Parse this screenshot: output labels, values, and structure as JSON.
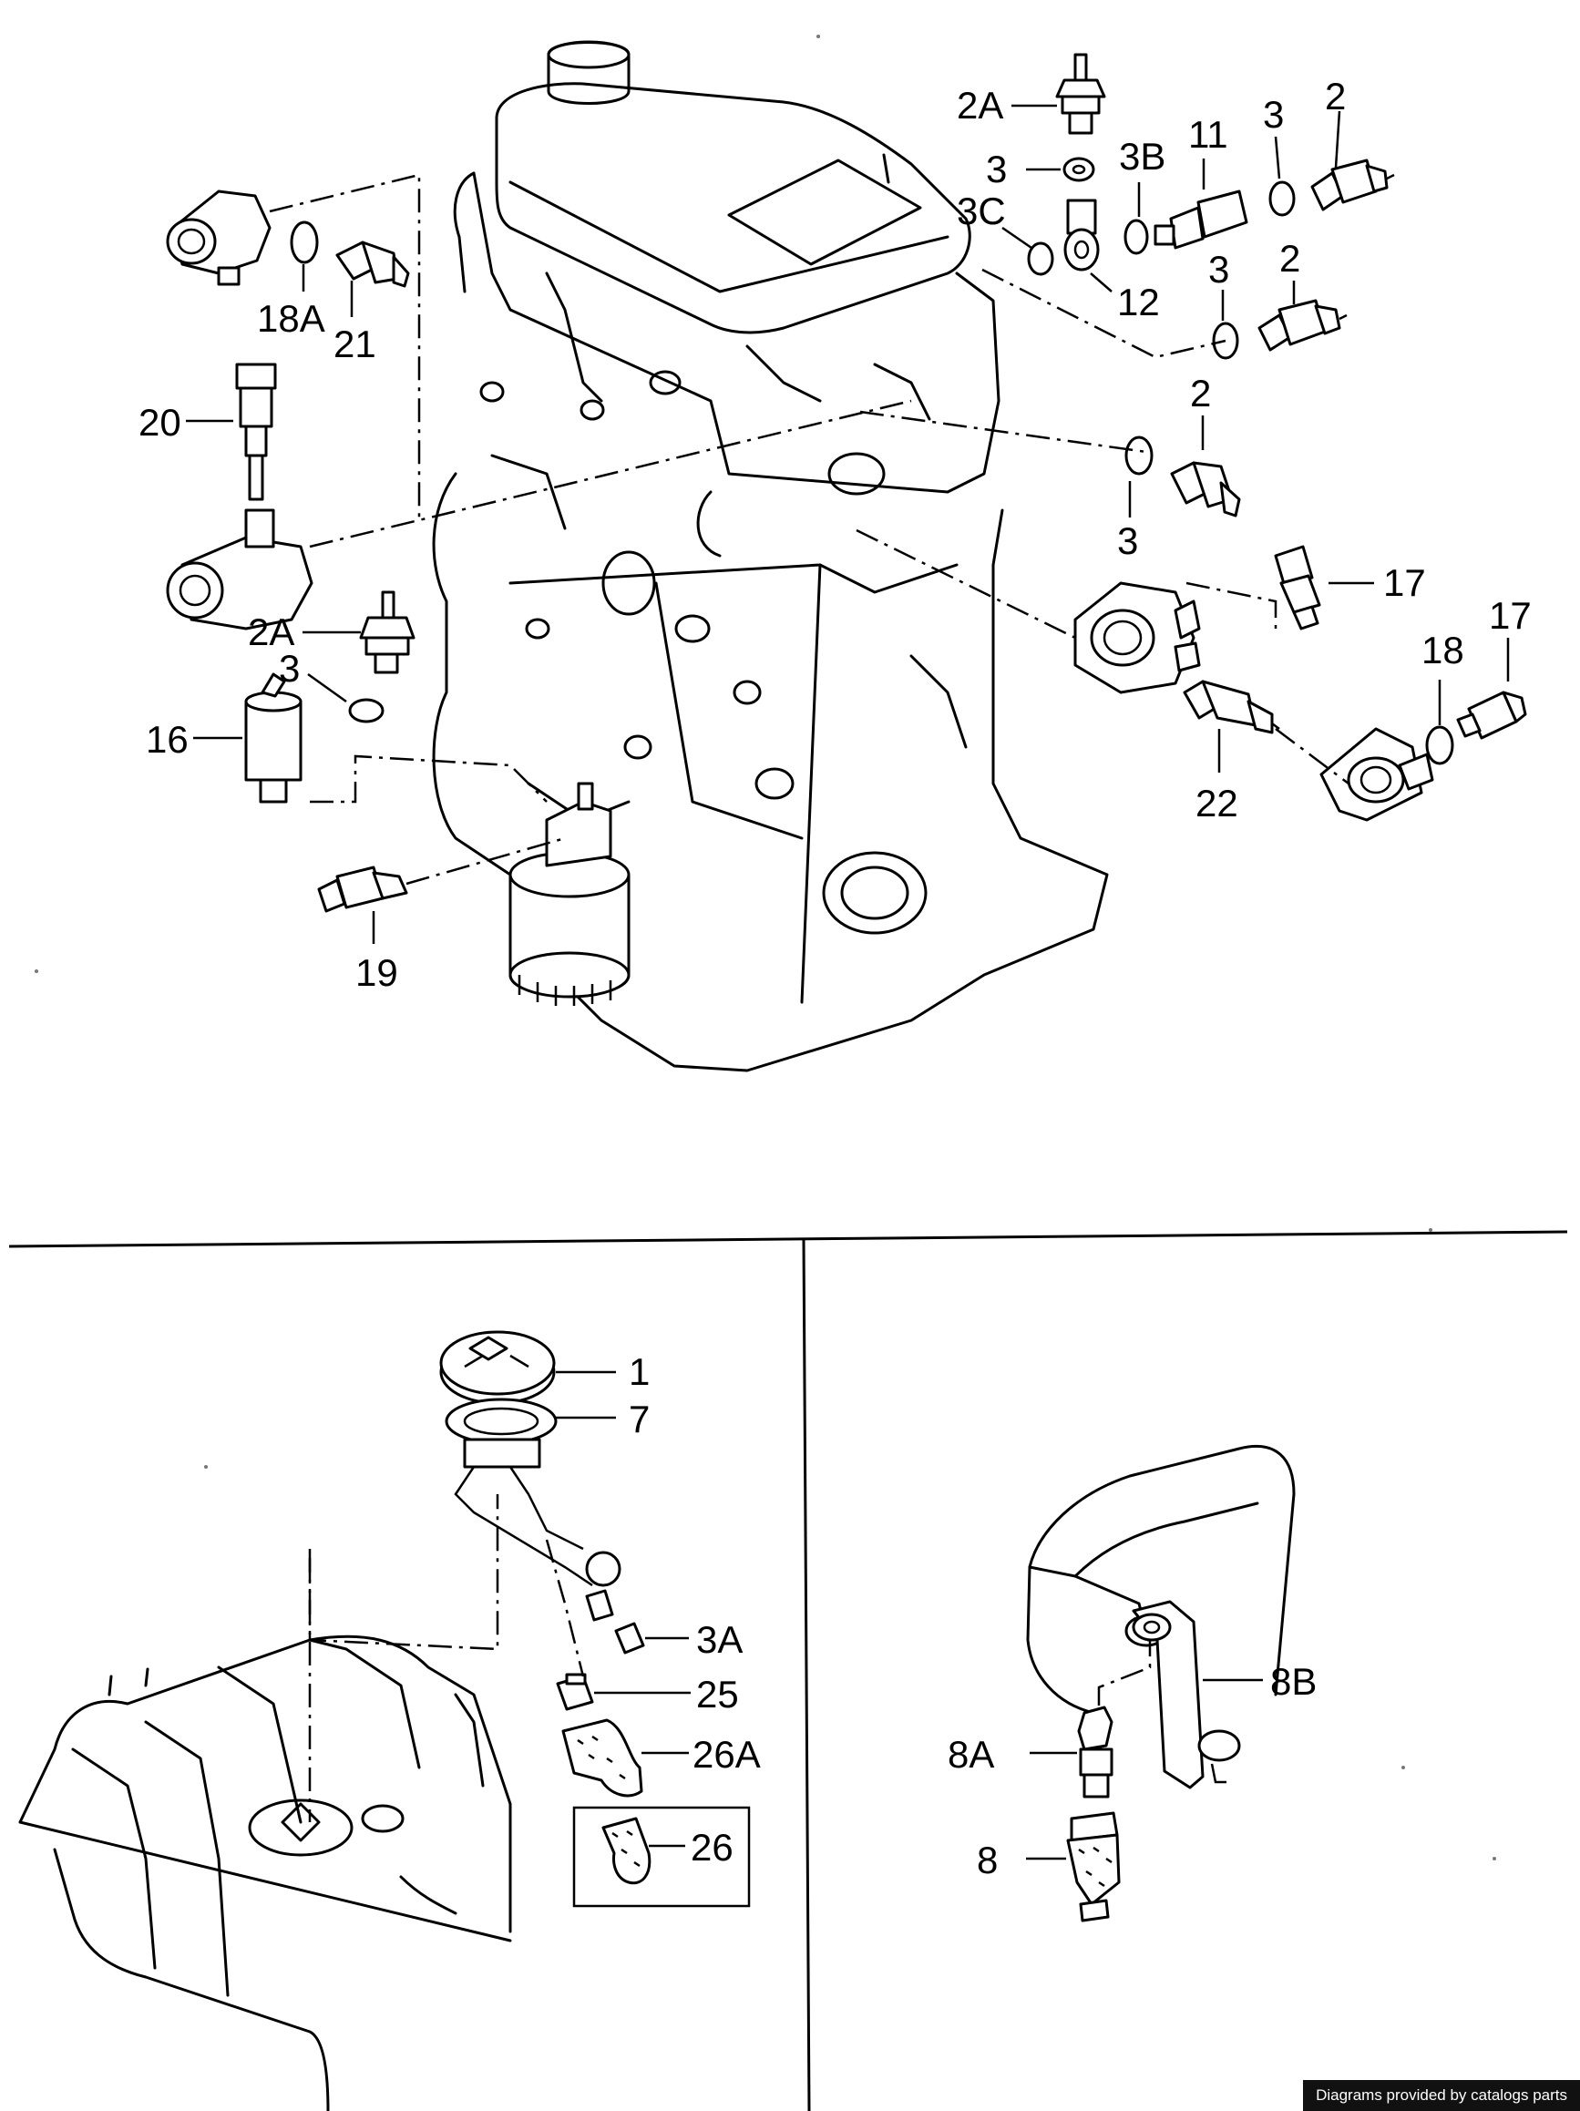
{
  "labels": {
    "l_2A_top": "2A",
    "l_3_top": "3",
    "l_3B": "3B",
    "l_11": "11",
    "l_3_right": "3",
    "l_2_right_top": "2",
    "l_3C": "3C",
    "l_12": "12",
    "l_3_mid": "3",
    "l_2_mid": "2",
    "l_2_lower": "2",
    "l_3_lower": "3",
    "l_17a": "17",
    "l_17b": "17",
    "l_18": "18",
    "l_22": "22",
    "l_18A": "18A",
    "l_21": "21",
    "l_20": "20",
    "l_2A_left": "2A",
    "l_3_left": "3",
    "l_16": "16",
    "l_19": "19",
    "l_1": "1",
    "l_7": "7",
    "l_3A": "3A",
    "l_25": "25",
    "l_26A": "26A",
    "l_26": "26",
    "l_8B": "8B",
    "l_8A": "8A",
    "l_8": "8"
  },
  "watermark": "Diagrams provided by catalogs parts"
}
